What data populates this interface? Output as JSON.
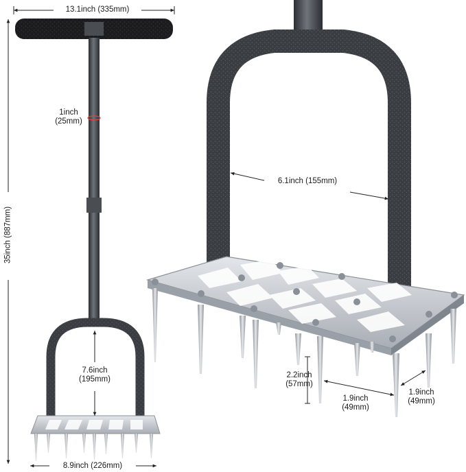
{
  "colors": {
    "metal_dark": "#3a3d42",
    "metal_light": "#7e8288",
    "plate": "#c9cdd2",
    "spike": "#b8bcc2",
    "grip": "#1c1c1e",
    "dimension_line": "#222222",
    "diameter_marker": "#e0453c"
  },
  "dimensions": {
    "handle_width": "13.1inch (335mm)",
    "total_height": "35inch (887mm)",
    "shaft_diameter_in": "1inch",
    "shaft_diameter_mm": "(25mm)",
    "frame_height_in": "7.6inch",
    "frame_height_mm": "(195mm)",
    "base_width": "8.9inch (226mm)",
    "inner_width": "6.1inch (155mm)",
    "spike_length_in": "2.2inch",
    "spike_length_mm": "(57mm)",
    "spike_spacing_x_in": "1.9inch",
    "spike_spacing_x_mm": "(49mm)",
    "spike_spacing_y_in": "1.9inch",
    "spike_spacing_y_mm": "(49mm)"
  }
}
